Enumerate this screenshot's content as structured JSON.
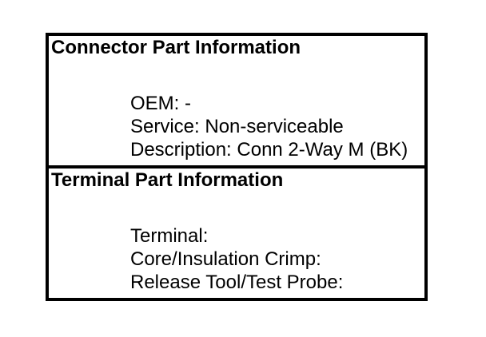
{
  "colors": {
    "background": "#ffffff",
    "border": "#000000",
    "text": "#000000"
  },
  "panel": {
    "sections": [
      {
        "title": "Connector Part Information",
        "lines": [
          "OEM: -",
          "Service: Non-serviceable",
          "Description: Conn 2-Way M (BK)"
        ]
      },
      {
        "title": "Terminal Part Information",
        "lines": [
          "Terminal:",
          "Core/Insulation Crimp:",
          "Release Tool/Test Probe:"
        ]
      }
    ]
  }
}
